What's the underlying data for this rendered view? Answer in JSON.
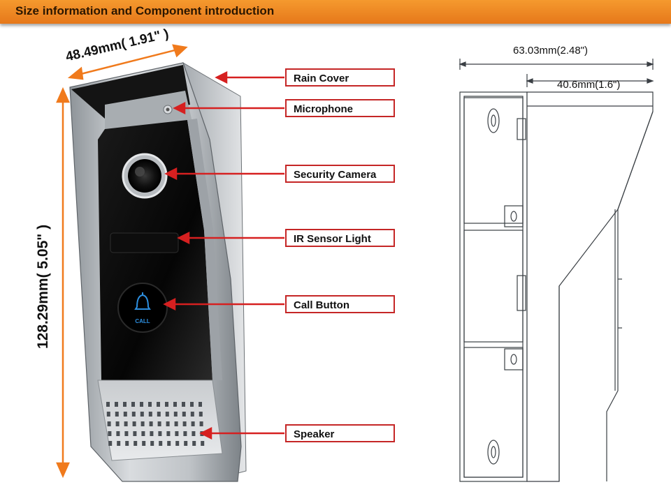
{
  "banner": {
    "title": "Size information and Component introduction"
  },
  "front_dimensions": {
    "width": "48.49mm( 1.91\" )",
    "height": "128.29mm( 5.05\" )"
  },
  "side_dimensions": {
    "depth_total": "63.03mm(2.48\")",
    "depth_partial": "40.6mm(1.6\")"
  },
  "components": {
    "rain_cover": "Rain Cover",
    "microphone": "Microphone",
    "security_camera": "Security Camera",
    "ir_sensor_light": "IR Sensor Light",
    "call_button": "Call Button",
    "speaker": "Speaker"
  },
  "call_button_text": "CALL",
  "colors": {
    "banner": "#f08a24",
    "arrow_orange": "#f07a1c",
    "pointer_red": "#d62020",
    "label_border": "#c52626"
  }
}
